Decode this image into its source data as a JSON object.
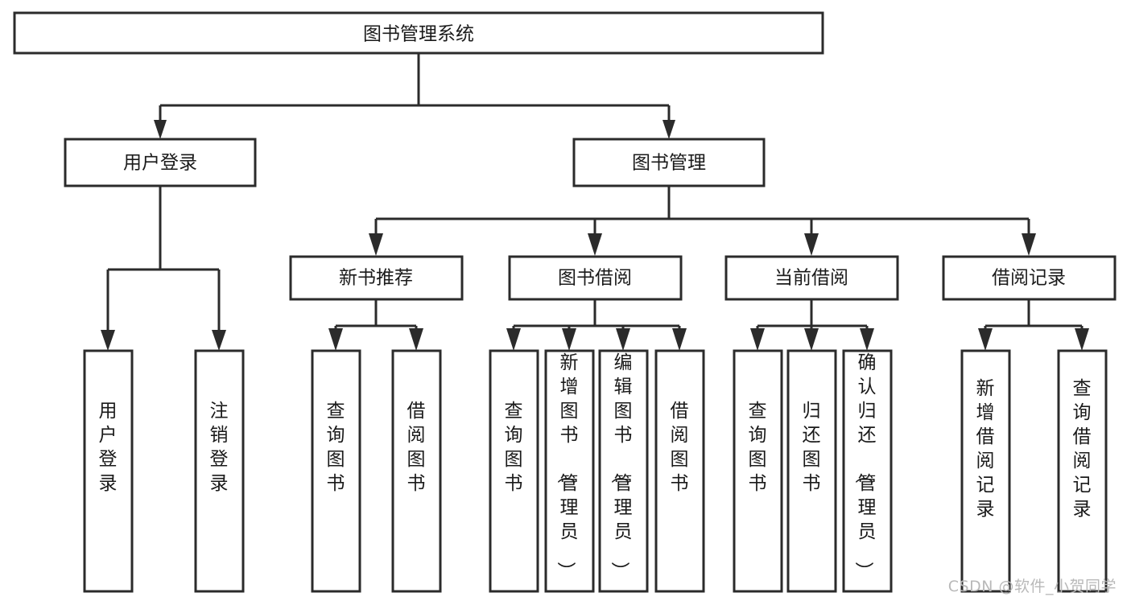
{
  "diagram": {
    "title": "图书管理系统",
    "type": "tree-hierarchy",
    "watermark": "CSDN @软件_小贺同学",
    "colors": {
      "stroke": "#2b2b2b",
      "fill": "#ffffff",
      "text": "#1a1a1a",
      "watermark": "#b9b9b9",
      "background": "#ffffff"
    },
    "root": {
      "label": "图书管理系统"
    },
    "level2": [
      {
        "label": "用户登录"
      },
      {
        "label": "图书管理"
      }
    ],
    "level3": [
      {
        "label": "新书推荐"
      },
      {
        "label": "图书借阅"
      },
      {
        "label": "当前借阅"
      },
      {
        "label": "借阅记录"
      }
    ],
    "leaves_user_login": [
      {
        "label": "用户登录"
      },
      {
        "label": "注销登录"
      }
    ],
    "leaves_new_book": [
      {
        "label": "查询图书"
      },
      {
        "label": "借阅图书"
      }
    ],
    "leaves_borrow_book": [
      {
        "label": "查询图书"
      },
      {
        "label": "新增图书（管理员）"
      },
      {
        "label": "编辑图书（管理员）"
      },
      {
        "label": "借阅图书"
      }
    ],
    "leaves_current_borrow": [
      {
        "label": "查询图书"
      },
      {
        "label": "归还图书"
      },
      {
        "label": "确认归还（管理员）"
      }
    ],
    "leaves_borrow_record": [
      {
        "label": "新增借阅记录"
      },
      {
        "label": "查询借阅记录"
      }
    ]
  }
}
